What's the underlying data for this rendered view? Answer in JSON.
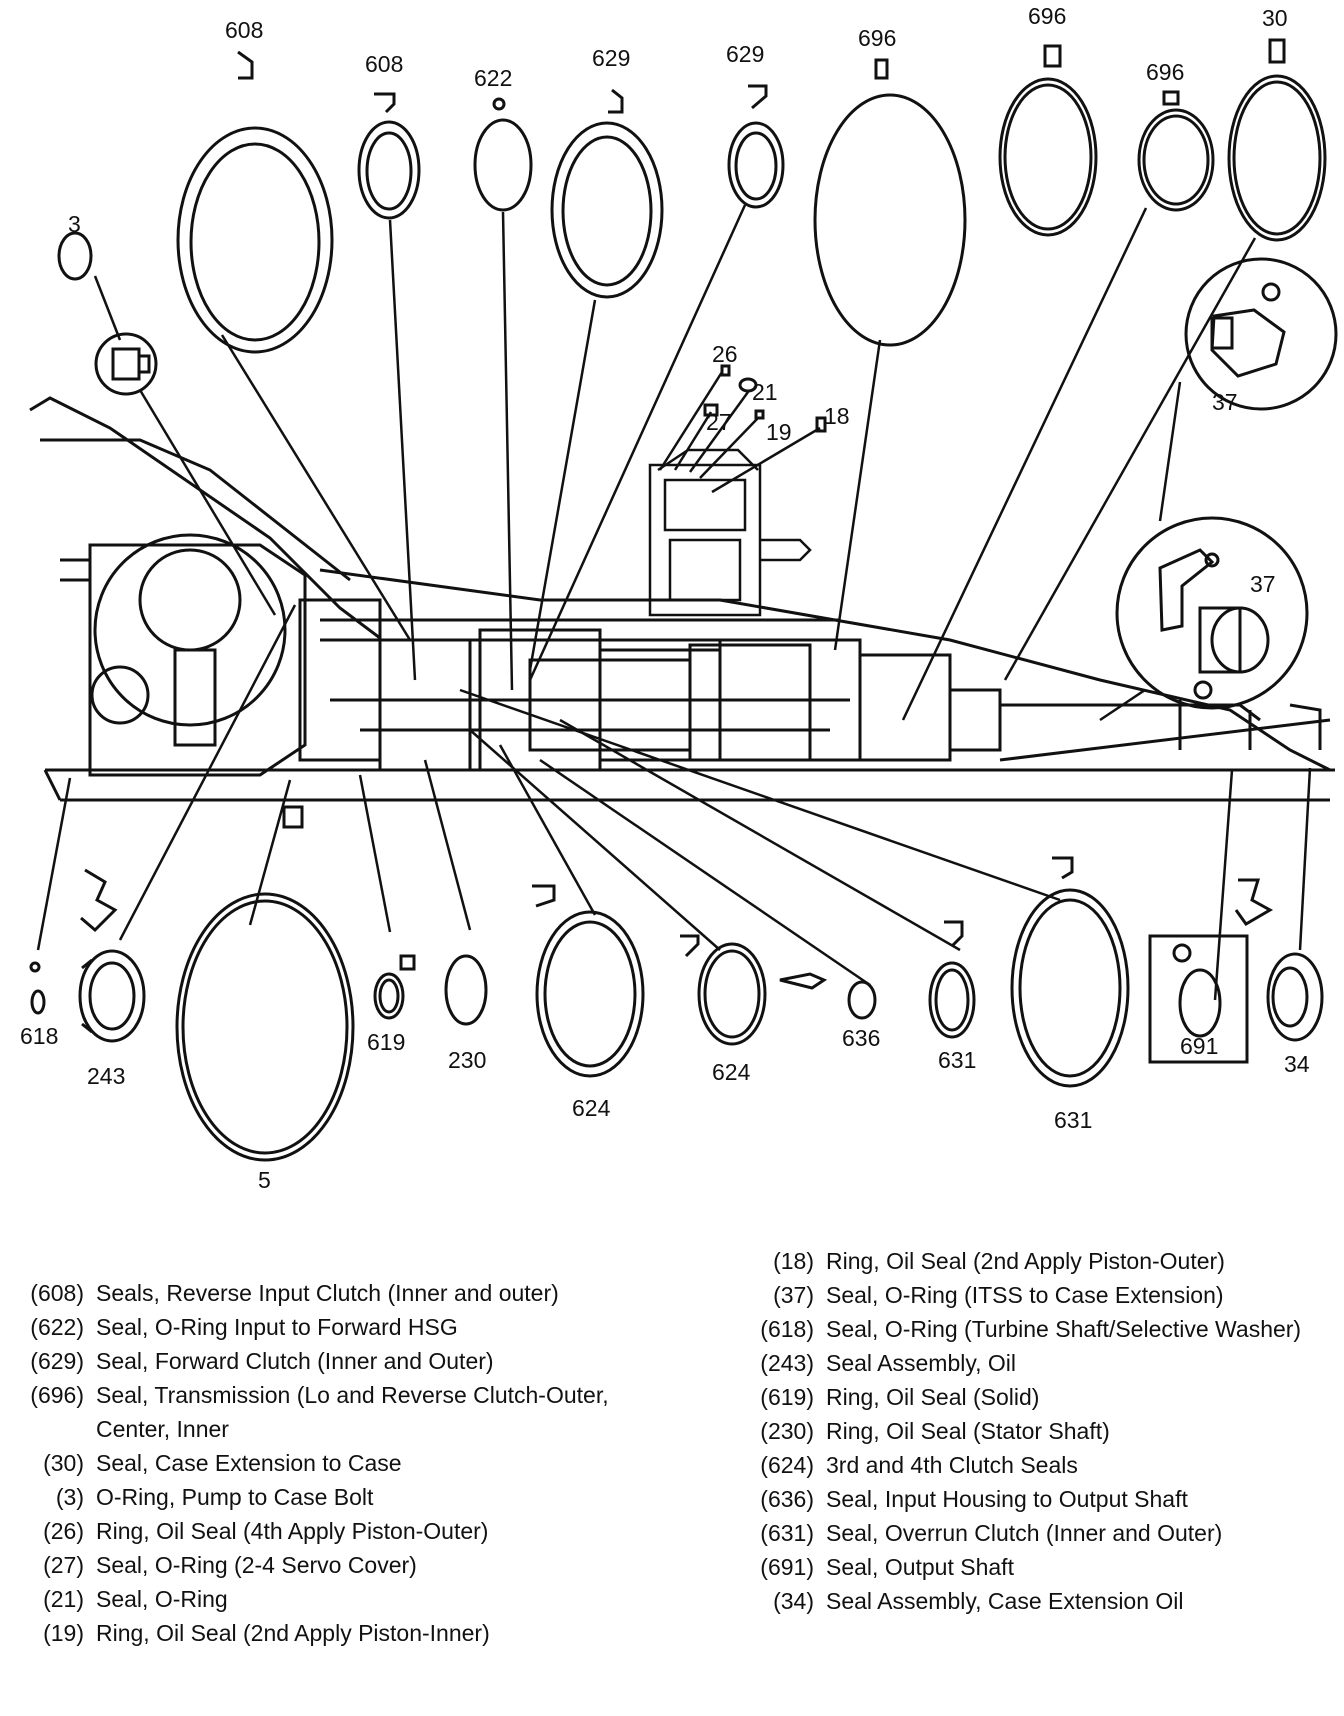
{
  "callouts": {
    "top": [
      "608",
      "608",
      "622",
      "629",
      "629",
      "696",
      "696",
      "696",
      "30",
      "3",
      "26",
      "21",
      "27",
      "19",
      "18",
      "37",
      "37"
    ],
    "bottom": [
      "618",
      "243",
      "5",
      "619",
      "230",
      "624",
      "624",
      "636",
      "631",
      "631",
      "691",
      "34"
    ]
  },
  "legend_left": [
    {
      "num": "(608)",
      "desc": "Seals, Reverse Input Clutch (Inner and outer)"
    },
    {
      "num": "(622)",
      "desc": "Seal, O-Ring Input to Forward HSG"
    },
    {
      "num": "(629)",
      "desc": "Seal, Forward Clutch (Inner and Outer)"
    },
    {
      "num": "(696)",
      "desc": "Seal, Transmission (Lo and Reverse Clutch-Outer, Center, Inner"
    },
    {
      "num": "(30)",
      "desc": "Seal, Case Extension to Case"
    },
    {
      "num": "(3)",
      "desc": "O-Ring, Pump to Case Bolt"
    },
    {
      "num": "(26)",
      "desc": "Ring, Oil Seal (4th Apply Piston-Outer)"
    },
    {
      "num": "(27)",
      "desc": "Seal, O-Ring (2-4 Servo Cover)"
    },
    {
      "num": "(21)",
      "desc": "Seal, O-Ring"
    },
    {
      "num": "(19)",
      "desc": "Ring, Oil Seal (2nd Apply Piston-Inner)"
    }
  ],
  "legend_right": [
    {
      "num": "(18)",
      "desc": "Ring, Oil Seal (2nd Apply Piston-Outer)"
    },
    {
      "num": "(37)",
      "desc": "Seal, O-Ring (ITSS to Case Extension)"
    },
    {
      "num": "(618)",
      "desc": "Seal, O-Ring (Turbine Shaft/Selective Washer)"
    },
    {
      "num": "(243)",
      "desc": "Seal Assembly, Oil"
    },
    {
      "num": "(619)",
      "desc": "Ring, Oil Seal (Solid)"
    },
    {
      "num": "(230)",
      "desc": "Ring, Oil Seal (Stator Shaft)"
    },
    {
      "num": "(624)",
      "desc": "3rd and 4th Clutch Seals"
    },
    {
      "num": "(636)",
      "desc": "Seal, Input Housing to Output Shaft"
    },
    {
      "num": "(631)",
      "desc": "Seal, Overrun Clutch (Inner and Outer)"
    },
    {
      "num": "(691)",
      "desc": "Seal, Output Shaft"
    },
    {
      "num": "(34)",
      "desc": "Seal Assembly, Case Extension Oil"
    }
  ]
}
